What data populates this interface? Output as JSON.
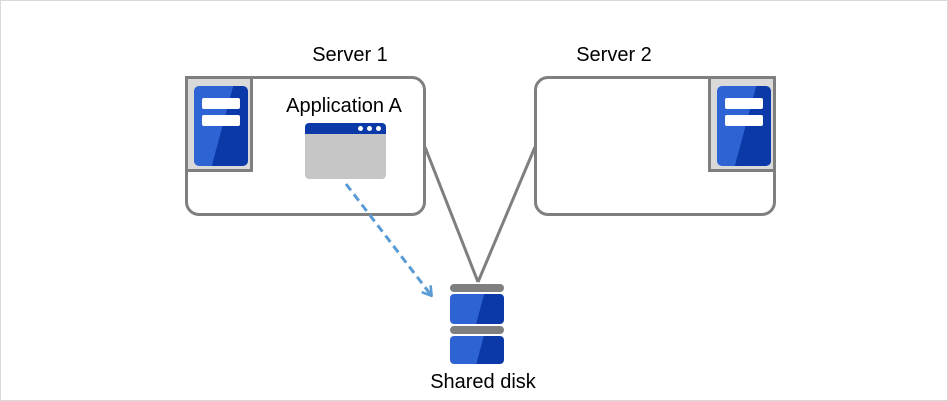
{
  "diagram": {
    "server1": {
      "label": "Server 1",
      "app_label": "Application A"
    },
    "server2": {
      "label": "Server 2"
    },
    "shared_disk": {
      "label": "Shared disk"
    }
  },
  "icons": {
    "server1_machine": "server-tower-icon",
    "server2_machine": "server-tower-icon",
    "application": "app-window-icon",
    "storage": "disk-stack-icon",
    "access_arrow": "dashed-arrow-icon"
  },
  "colors": {
    "line-gray": "#7f7f7f",
    "panel-gray": "#d9d9d9",
    "window-gray": "#c6c6c6",
    "blue-light": "#2e63d4",
    "blue-dark": "#0b3aa8",
    "arrow-blue": "#5b9bd5",
    "text-black": "#000000",
    "canvas-border": "#d9d9d9"
  }
}
